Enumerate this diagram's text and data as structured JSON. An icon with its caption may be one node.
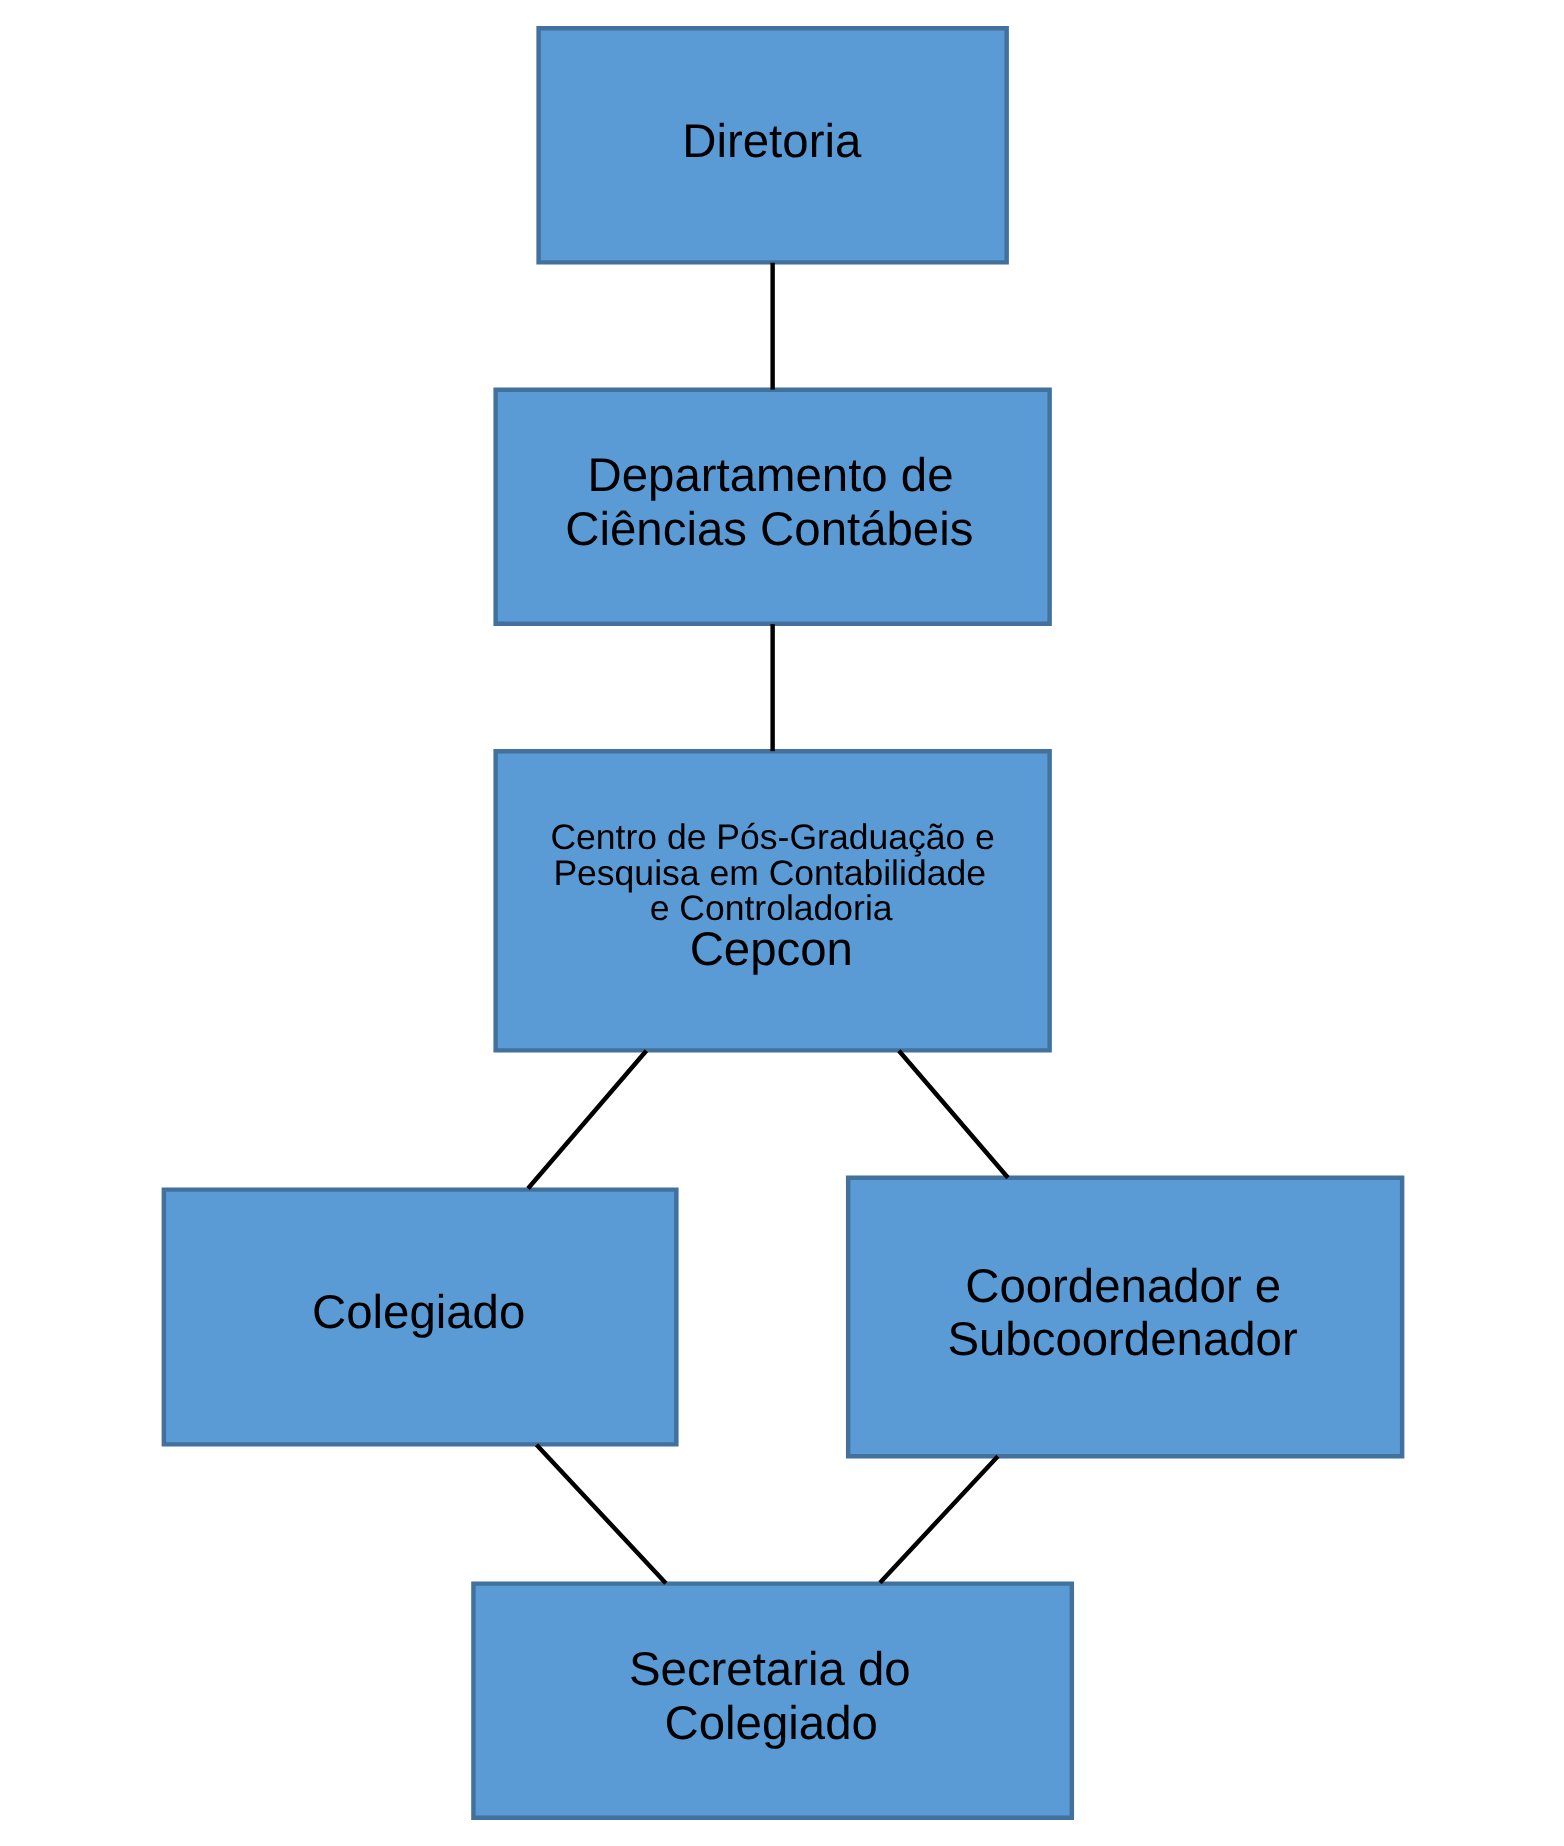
{
  "diagram": {
    "nodes": [
      {
        "text": [
          "Diretoria"
        ]
      },
      {
        "text": [
          "Departamento de Ciências Contábeis"
        ]
      },
      {
        "text": [
          "Centro de Pós-Graduação e Pesquisa em Contabilidade e Controladoria",
          "Cepcon"
        ]
      },
      {
        "text": [
          "Colegiado"
        ]
      },
      {
        "text": [
          "Coordenador e Subcoordenador"
        ]
      },
      {
        "text": [
          "Secretaria do Colegiado"
        ]
      }
    ],
    "edges": [
      {
        "from": 0,
        "to": 1,
        "arrow": "none"
      },
      {
        "from": 1,
        "to": 2,
        "arrow": "none"
      },
      {
        "from": 2,
        "to": 3,
        "arrow": "none"
      },
      {
        "from": 2,
        "to": 4,
        "arrow": "none"
      },
      {
        "from": 3,
        "to": 5,
        "arrow": "none"
      },
      {
        "from": 4,
        "to": 5,
        "arrow": "none"
      }
    ]
  }
}
